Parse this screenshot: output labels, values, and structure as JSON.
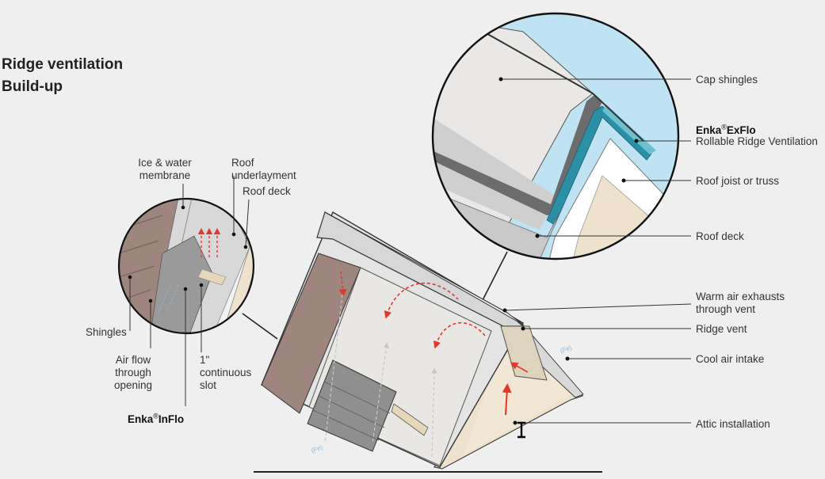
{
  "title": {
    "line1": "Ridge ventilation",
    "line2": "Build-up"
  },
  "right_labels": {
    "cap_shingles": "Cap shingles",
    "exflo_brand": "Enka",
    "exflo_product": "ExFlo",
    "exflo_desc": "Rollable Ridge Ventilation",
    "roof_joist": "Roof joist or truss",
    "roof_deck": "Roof deck",
    "warm_air_1": "Warm air exhausts",
    "warm_air_2": "through vent",
    "ridge_vent": "Ridge vent",
    "cool_air": "Cool air intake",
    "attic": "Attic installation"
  },
  "left_labels": {
    "ice_water_1": "Ice & water",
    "ice_water_2": "membrane",
    "underlayment_1": "Roof",
    "underlayment_2": "underlayment",
    "roof_deck": "Roof deck",
    "shingles": "Shingles",
    "airflow_1": "Air flow",
    "airflow_2": "through",
    "airflow_3": "opening",
    "slot_1": "1\"",
    "slot_2": "continuous",
    "slot_3": "slot",
    "inflo_brand": "Enka",
    "inflo_product": "InFlo"
  },
  "registered_mark": "®",
  "small_tags": {
    "tag_a": "(Fe)",
    "tag_b": "(Fe)"
  },
  "colors": {
    "background": "#efefef",
    "sky": "#bfe3f2",
    "ventilation_teal": "#2b8fa6",
    "arrow_red": "#e2372a",
    "brick": "#9e857d",
    "wood": "#efe2cc"
  }
}
